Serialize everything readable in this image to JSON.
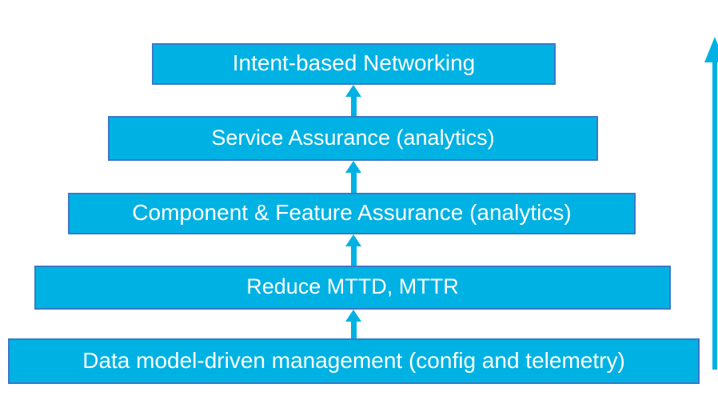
{
  "diagram": {
    "layers": [
      {
        "label": "Intent-based Networking"
      },
      {
        "label": "Service Assurance (analytics)"
      },
      {
        "label": "Component & Feature Assurance (analytics)"
      },
      {
        "label": "Reduce MTTD, MTTR"
      },
      {
        "label": "Data model-driven management (config and telemetry)"
      }
    ],
    "icons": {
      "connector": "up-arrow-icon",
      "side": "growth-arrow-icon"
    },
    "colors": {
      "box_fill": "#00B2E3",
      "box_border": "#3B79C8",
      "arrow": "#00B2E3",
      "text": "#FFFFFF",
      "background": "#FFFFFF"
    }
  }
}
